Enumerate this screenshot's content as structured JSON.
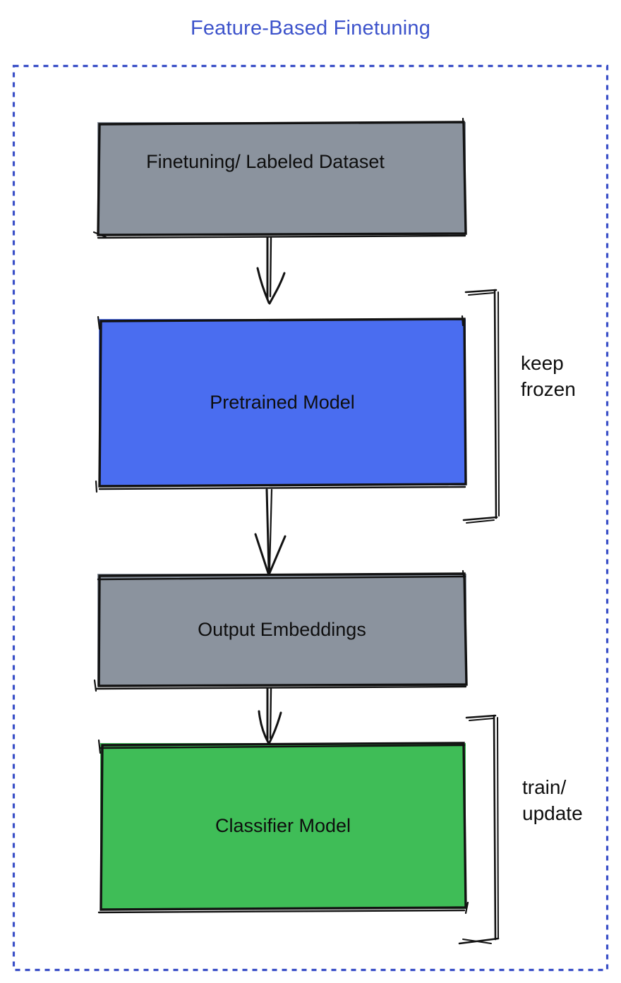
{
  "title": "Feature-Based Finetuning",
  "colors": {
    "title_blue": "#3D53CB",
    "frame_blue": "#3A4FC7",
    "sketch_black": "#121212",
    "gray_fill": "#8B939E",
    "blue_fill": "#4A6DF0",
    "green_fill": "#3FBD57"
  },
  "nodes": {
    "dataset": {
      "label": "Finetuning/ Labeled Dataset",
      "fill": "#8B939E"
    },
    "pretrained": {
      "label": "Pretrained Model",
      "fill": "#4A6DF0"
    },
    "embeddings": {
      "label": "Output Embeddings",
      "fill": "#8B939E"
    },
    "classifier": {
      "label": "Classifier Model",
      "fill": "#3FBD57"
    }
  },
  "annotations": {
    "keep_frozen": {
      "label": "keep\nfrozen"
    },
    "train_update": {
      "label": "train/\nupdate"
    }
  }
}
